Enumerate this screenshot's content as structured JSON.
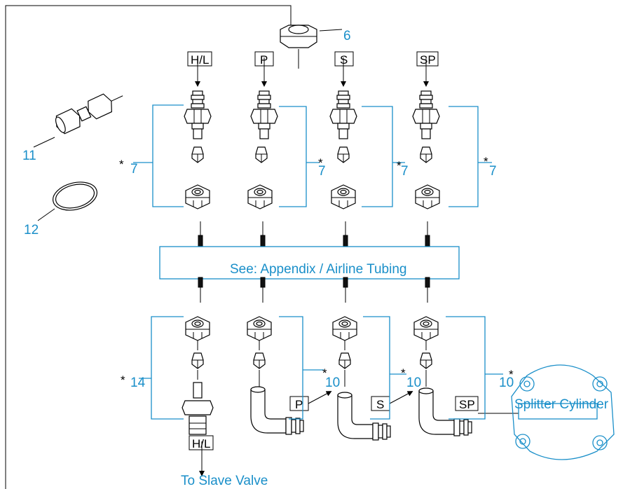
{
  "callouts": {
    "c6": "6",
    "c11": "11",
    "c12": "12",
    "c7": "7",
    "c14": "14",
    "c10": "10",
    "star": "*"
  },
  "port_labels": {
    "hl": "H/L",
    "p": "P",
    "s": "S",
    "sp": "SP"
  },
  "notes": {
    "tubing": "See: Appendix / Airline Tubing",
    "splitter": "Splitter Cylinder",
    "slave": "To Slave Valve"
  },
  "colors": {
    "callout_blue": "#1a8fc9",
    "line_black": "#000000"
  }
}
